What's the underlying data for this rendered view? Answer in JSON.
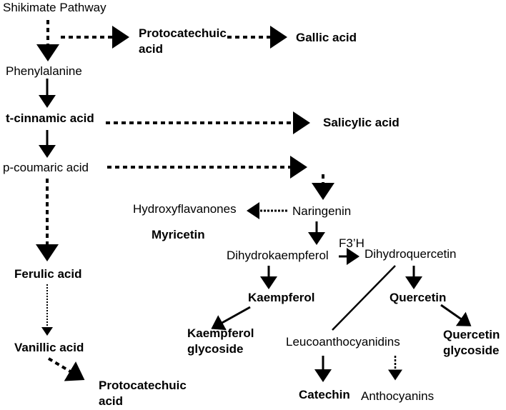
{
  "nodes": {
    "shikimate": "Shikimate Pathway",
    "protocatechuic_top": [
      "Protocatechuic",
      "acid"
    ],
    "gallic": "Gallic acid",
    "phenylalanine": "Phenylalanine",
    "tcinnamic": "t-cinnamic acid",
    "salicylic": "Salicylic acid",
    "pcoumaric": "p-coumaric acid",
    "hydroxyflavanones": "Hydroxyflavanones",
    "naringenin": "Naringenin",
    "myricetin": "Myricetin",
    "dihydrokaempferol": "Dihydrokaempferol",
    "dihydroquercetin": "Dihydroquercetin",
    "ferulic": "Ferulic acid",
    "kaempferol": "Kaempferol",
    "quercetin": "Quercetin",
    "kaempferol_glycoside": [
      "Kaempferol",
      "glycoside"
    ],
    "leucoanthocyanidins": "Leucoanthocyanidins",
    "quercetin_glycoside": [
      "Quercetin",
      "glycoside"
    ],
    "vanillic": "Vanillic acid",
    "catechin": "Catechin",
    "anthocyanins": "Anthocyanins",
    "protocatechuic_bottom": [
      "Protocatechuic",
      "acid"
    ]
  },
  "edge_labels": {
    "f3h": "F3’H"
  },
  "colors": {
    "ink": "#000000",
    "background": "#ffffff"
  }
}
